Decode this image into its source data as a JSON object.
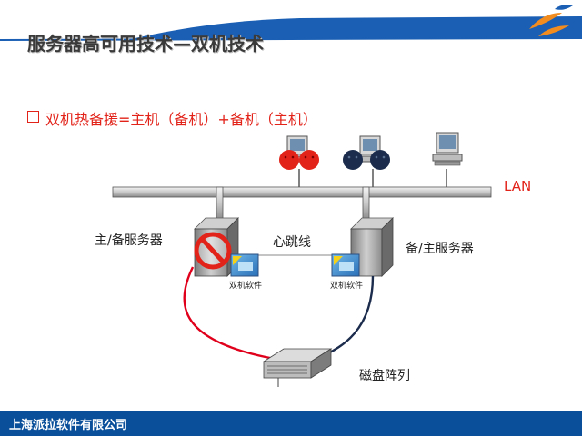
{
  "title": "服务器高可用技术—双机技术",
  "subtitle": "双机热备援=主机（备机）+备机（主机）",
  "labels": {
    "lan": "LAN",
    "primary_server": "主/备服务器",
    "backup_server": "备/主服务器",
    "heartbeat": "心跳线",
    "software_left": "双机软件",
    "software_right": "双机软件",
    "disk_array": "磁盘阵列"
  },
  "footer": {
    "company": "上海派拉软件有限公司"
  },
  "colors": {
    "accent_red": "#e2231a",
    "footer_blue": "#0a4f9a",
    "header_blue": "#1a5fb4",
    "logo_orange": "#f28c1e",
    "cable_red": "#e0001b",
    "cable_navy": "#1c2c4c"
  },
  "icons": [
    "client-pc-icon",
    "server-tower-icon",
    "prohibited-icon",
    "cluster-software-icon",
    "disk-array-icon",
    "company-logo-icon"
  ]
}
